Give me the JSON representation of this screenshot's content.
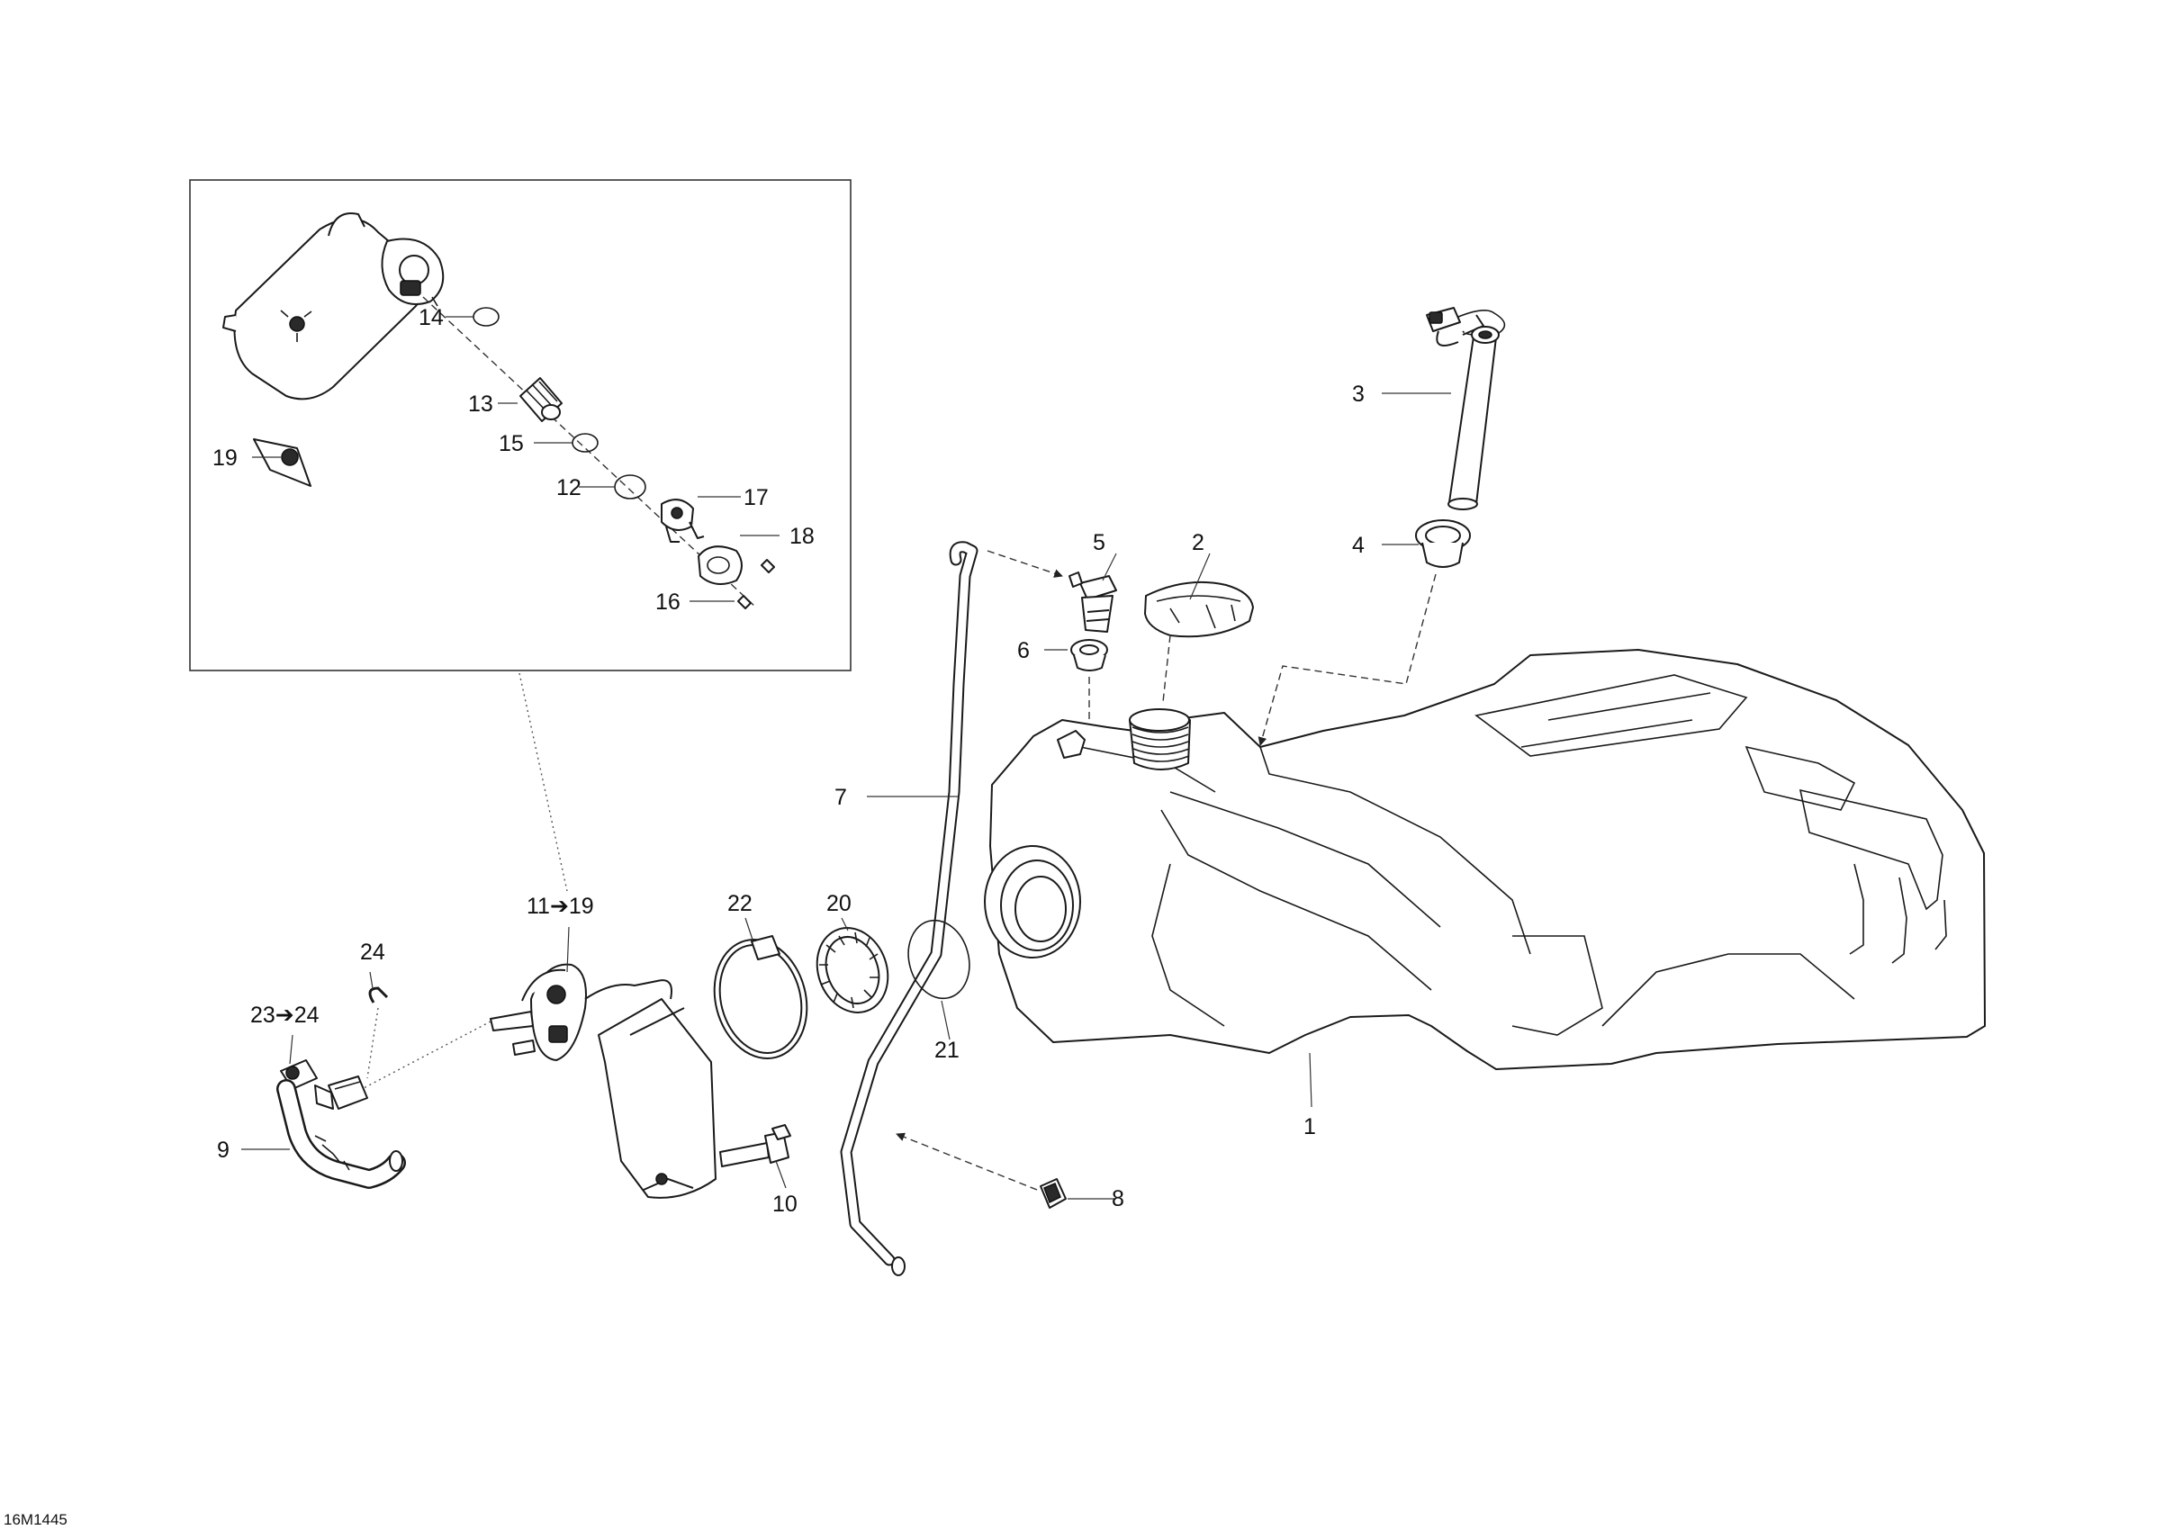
{
  "diagram_code": "16M1445",
  "callouts": [
    {
      "id": "c1",
      "text": "1"
    },
    {
      "id": "c2",
      "text": "2"
    },
    {
      "id": "c3",
      "text": "3"
    },
    {
      "id": "c4",
      "text": "4"
    },
    {
      "id": "c5",
      "text": "5"
    },
    {
      "id": "c6",
      "text": "6"
    },
    {
      "id": "c7",
      "text": "7"
    },
    {
      "id": "c8",
      "text": "8"
    },
    {
      "id": "c9",
      "text": "9"
    },
    {
      "id": "c10",
      "text": "10"
    },
    {
      "id": "c11_19",
      "text": "11➔19"
    },
    {
      "id": "c12",
      "text": "12"
    },
    {
      "id": "c13",
      "text": "13"
    },
    {
      "id": "c14",
      "text": "14"
    },
    {
      "id": "c15",
      "text": "15"
    },
    {
      "id": "c16",
      "text": "16"
    },
    {
      "id": "c17",
      "text": "17"
    },
    {
      "id": "c18",
      "text": "18"
    },
    {
      "id": "c19",
      "text": "19"
    },
    {
      "id": "c20",
      "text": "20"
    },
    {
      "id": "c21",
      "text": "21"
    },
    {
      "id": "c22",
      "text": "22"
    },
    {
      "id": "c23_24",
      "text": "23➔24"
    },
    {
      "id": "c24",
      "text": "24"
    }
  ]
}
